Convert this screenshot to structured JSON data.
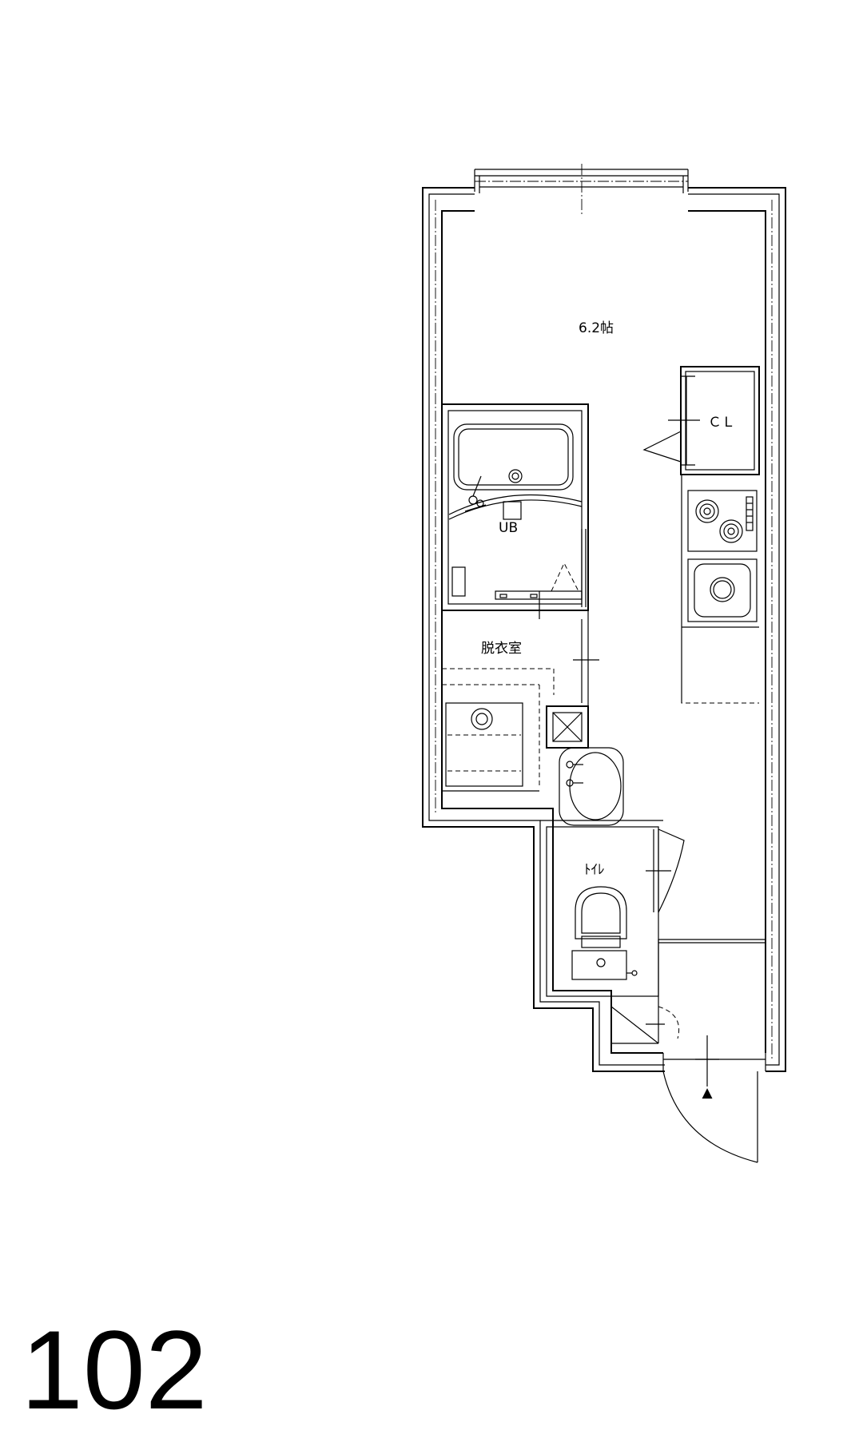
{
  "unit_number": "102",
  "rooms": {
    "main_room": "6.2帖",
    "closet": "ＣＬ",
    "unit_bath": "UB",
    "dressing_room": "脱衣室",
    "toilet": "ﾄｲﾚ"
  },
  "entrance_marker": "▲"
}
